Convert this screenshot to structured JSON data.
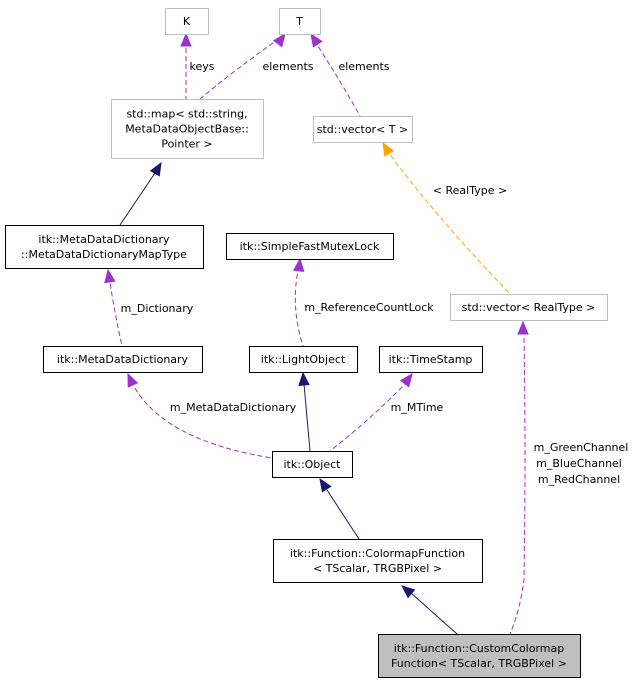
{
  "colors": {
    "normal_border": "#000000",
    "external_border": "#bfbfbf",
    "highlight_fill": "#bfbfbf",
    "inherit_edge": "#191970",
    "member_edge": "#9a32cd",
    "template_edge": "#ffa500"
  },
  "nodes": {
    "K": {
      "lines": [
        "K"
      ],
      "kind": "external"
    },
    "T": {
      "lines": [
        "T"
      ],
      "kind": "external"
    },
    "map": {
      "lines": [
        "std::map< std::string,",
        "MetaDataObjectBase::",
        "Pointer >"
      ],
      "kind": "external"
    },
    "vecT": {
      "lines": [
        "std::vector< T >"
      ],
      "kind": "external"
    },
    "mapType": {
      "lines": [
        "itk::MetaDataDictionary",
        "::MetaDataDictionaryMapType"
      ],
      "kind": "normal"
    },
    "mutex": {
      "lines": [
        "itk::SimpleFastMutexLock"
      ],
      "kind": "normal"
    },
    "vecReal": {
      "lines": [
        "std::vector< RealType >"
      ],
      "kind": "external"
    },
    "dict": {
      "lines": [
        "itk::MetaDataDictionary"
      ],
      "kind": "normal"
    },
    "light": {
      "lines": [
        "itk::LightObject"
      ],
      "kind": "normal"
    },
    "stamp": {
      "lines": [
        "itk::TimeStamp"
      ],
      "kind": "normal"
    },
    "object": {
      "lines": [
        "itk::Object"
      ],
      "kind": "normal"
    },
    "colormap": {
      "lines": [
        "itk::Function::ColormapFunction",
        "< TScalar, TRGBPixel >"
      ],
      "kind": "normal"
    },
    "custom": {
      "lines": [
        "itk::Function::CustomColormap",
        "Function< TScalar, TRGBPixel >"
      ],
      "kind": "highlight"
    }
  },
  "edges": [
    {
      "id": "K-map",
      "labels": [
        "keys"
      ],
      "style": "member"
    },
    {
      "id": "T-map",
      "labels": [
        "elements"
      ],
      "style": "member"
    },
    {
      "id": "T-vecT",
      "labels": [
        "elements"
      ],
      "style": "member"
    },
    {
      "id": "map-mapType",
      "labels": [],
      "style": "inherit"
    },
    {
      "id": "vecT-vecReal",
      "labels": [
        "< RealType >"
      ],
      "style": "template"
    },
    {
      "id": "mapType-dict",
      "labels": [
        "m_Dictionary"
      ],
      "style": "member"
    },
    {
      "id": "mutex-light",
      "labels": [
        "m_ReferenceCountLock"
      ],
      "style": "member"
    },
    {
      "id": "dict-object",
      "labels": [
        "m_MetaDataDictionary"
      ],
      "style": "member"
    },
    {
      "id": "light-object",
      "labels": [],
      "style": "inherit"
    },
    {
      "id": "stamp-object",
      "labels": [
        "m_MTime"
      ],
      "style": "member"
    },
    {
      "id": "object-colormap",
      "labels": [],
      "style": "inherit"
    },
    {
      "id": "colormap-custom",
      "labels": [],
      "style": "inherit"
    },
    {
      "id": "vecReal-custom",
      "labels": [
        "m_GreenChannel",
        "m_BlueChannel",
        "m_RedChannel"
      ],
      "style": "member"
    }
  ]
}
